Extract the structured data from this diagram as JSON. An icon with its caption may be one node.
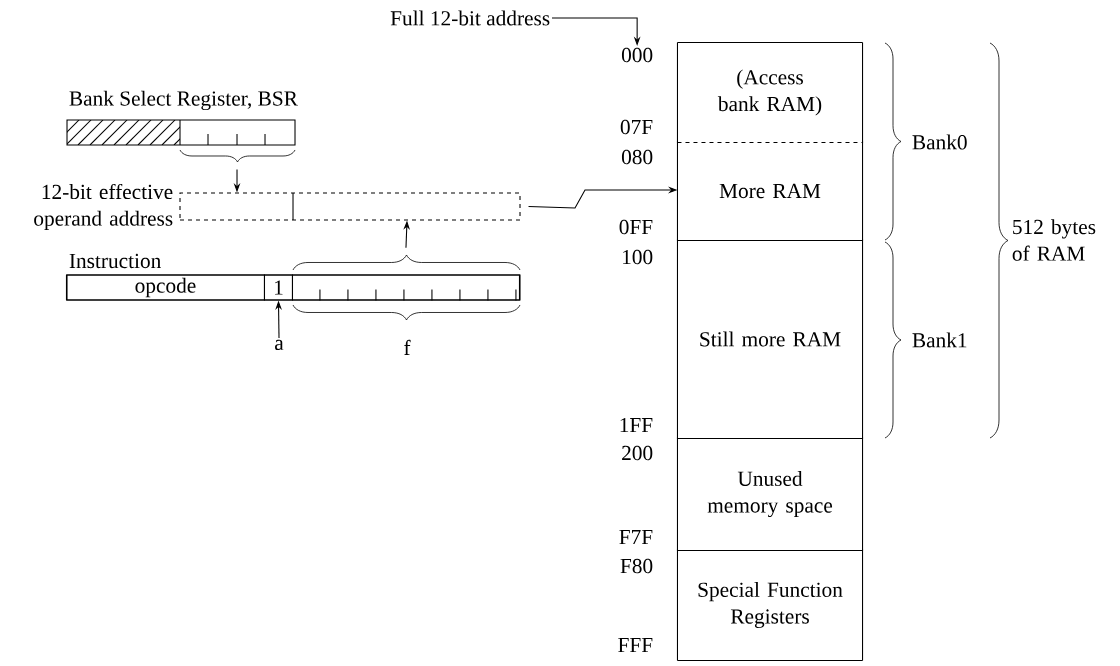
{
  "diagram": {
    "nodes": [
      {
        "text": [
          "Full 12-bit address"
        ]
      },
      {
        "text": [
          "000"
        ]
      },
      {
        "text": [
          "Bank Select Register, BSR"
        ]
      },
      {
        "text": [
          "12-bit effective operand address"
        ]
      },
      {
        "text": [
          "Instruction"
        ]
      },
      {
        "text": [
          "opcode"
        ],
        "in": 4
      },
      {
        "text": [
          "1"
        ],
        "in": 4
      },
      {
        "text": [],
        "shape": "box",
        "in": 4
      },
      {
        "text": [
          "a"
        ]
      },
      {
        "text": [
          "(Access bank RAM)"
        ]
      },
      {
        "text": [
          "More RAM"
        ]
      },
      {
        "text": [
          "Still more RAM"
        ]
      },
      {
        "text": [
          "Unused memory space"
        ]
      },
      {
        "text": [
          "Special Function Registers"
        ]
      }
    ],
    "edges": [
      {
        "from": 0,
        "to": 1,
        "arrow": "to"
      },
      {
        "from": 2,
        "to": 3,
        "arrow": "to"
      },
      {
        "from": 7,
        "to": 3,
        "arrow": "to"
      },
      {
        "from": 3,
        "to": 10,
        "arrow": "to"
      },
      {
        "from": 8,
        "to": 6,
        "arrow": "to"
      }
    ],
    "labels": [
      "07F",
      "080",
      "0FF",
      "100",
      "1FF",
      "200",
      "F7F",
      "F80",
      "FFF",
      "Bank0",
      "Bank1",
      "512 bytes of RAM",
      "f"
    ]
  }
}
